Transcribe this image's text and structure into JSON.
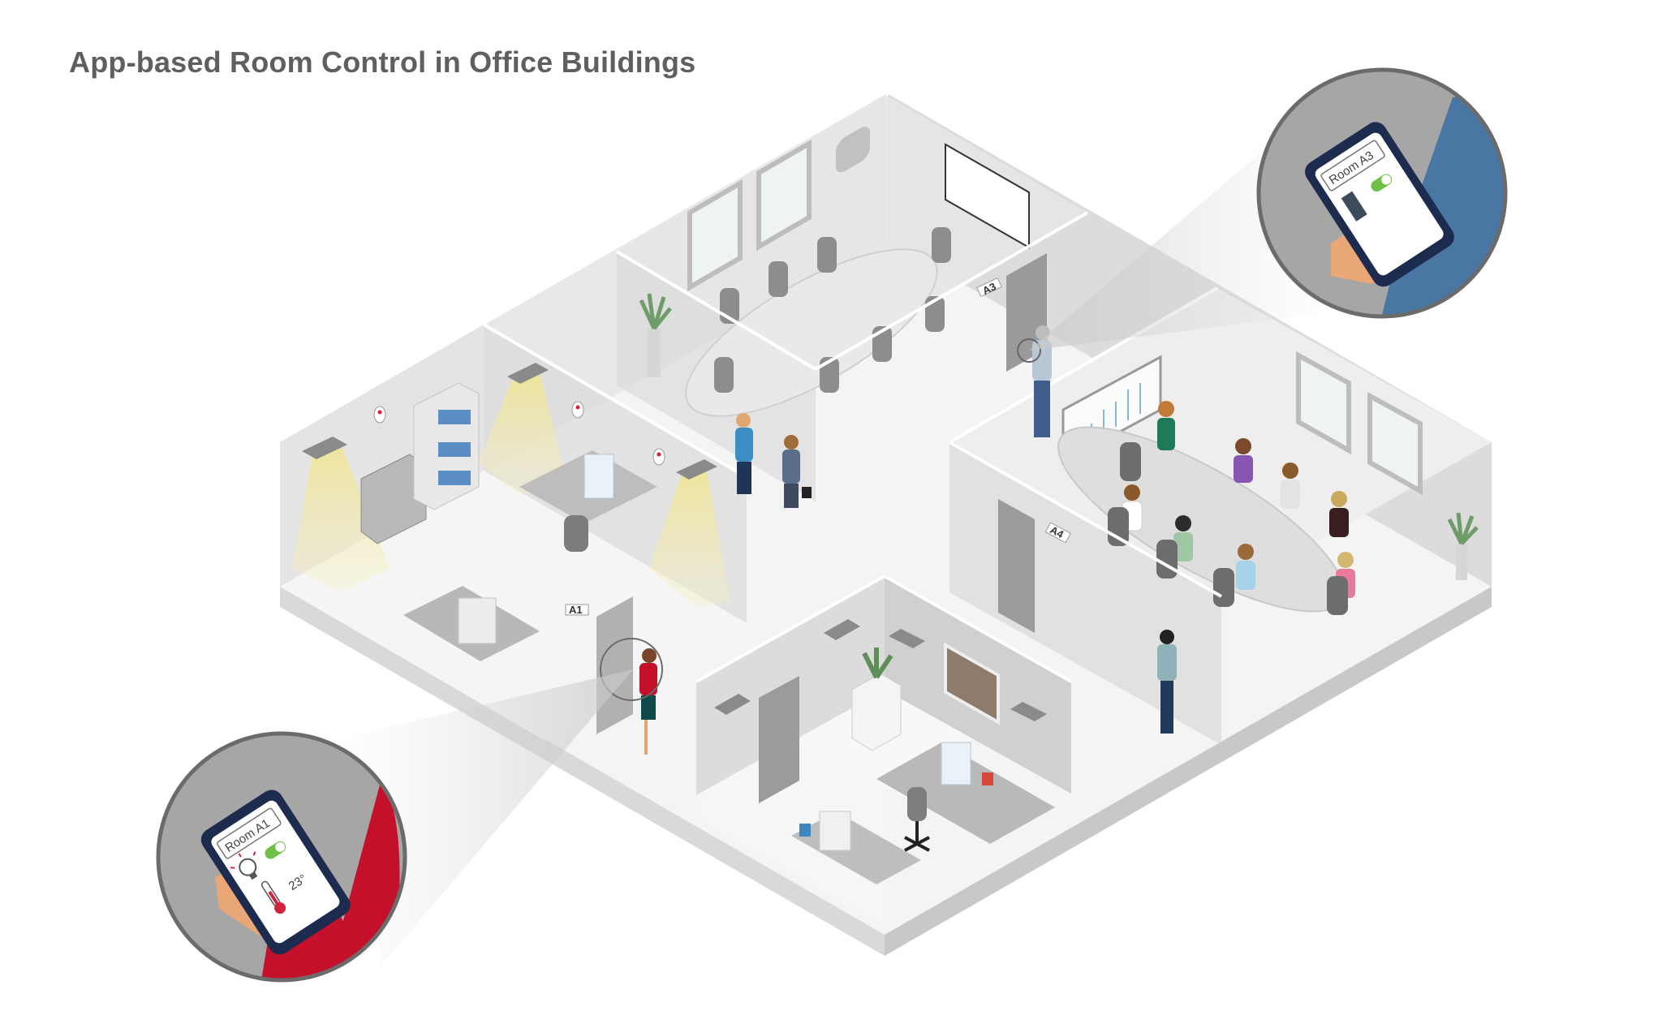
{
  "title": "App-based Room Control in Office Buildings",
  "colors": {
    "title": "#5f5f5f",
    "floor": "#f3f3f3",
    "wall_light": "#e4e4e4",
    "wall_mid": "#d2d2d2",
    "wall_dark": "#bdbdbd",
    "light_beam": "#f3e9a6",
    "callout_bg": "#a6a6a6",
    "callout_ring": "#6b6b6b",
    "sleeve_a3": "#4a76a3",
    "sleeve_a1": "#c4102a",
    "skin": "#e9a676",
    "phone_body": "#1d2b4f",
    "toggle_on": "#6fbf44",
    "sensor_red": "#d2233c"
  },
  "rooms": [
    {
      "id": "A1",
      "label": "A1",
      "description": "Open office with printer, shelves, desks and lit ceiling lights"
    },
    {
      "id": "A2",
      "label": "",
      "description": "Conference room with oval table and chairs, whiteboard"
    },
    {
      "id": "A3",
      "label": "A3",
      "description": "Door of conference room, man using phone to unlock"
    },
    {
      "id": "A4",
      "label": "A4",
      "description": "Meeting room with presentation and team at table"
    },
    {
      "id": "A5",
      "label": "",
      "description": "Small office with two desks, plant and pinboard"
    }
  ],
  "callouts": {
    "top_right": {
      "room_name": "Room A3",
      "icon": "door-icon",
      "toggle_state": "on"
    },
    "bottom_left": {
      "room_name": "Room A1",
      "icon": "light-bulb-icon",
      "toggle_state": "on",
      "temperature_icon": "thermometer-icon",
      "temperature": "23°"
    }
  }
}
